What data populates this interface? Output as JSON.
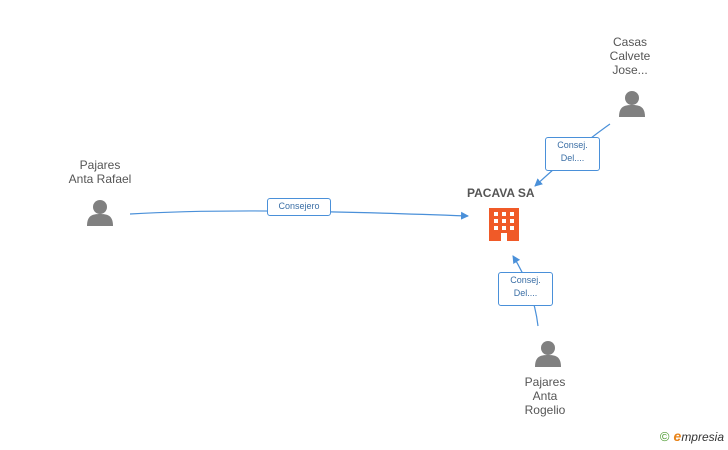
{
  "company": {
    "name": "PACAVA SA",
    "icon": "building-icon",
    "color": "#f05a28"
  },
  "people": [
    {
      "id": "casas",
      "lines": [
        "Casas",
        "Calvete",
        "Jose..."
      ],
      "icon": "person-icon"
    },
    {
      "id": "pajares-rafael",
      "lines": [
        "Pajares",
        "Anta Rafael"
      ],
      "icon": "person-icon"
    },
    {
      "id": "pajares-rogelio",
      "lines": [
        "Pajares",
        "Anta",
        "Rogelio"
      ],
      "icon": "person-icon"
    }
  ],
  "edges": [
    {
      "from": "casas",
      "lines": [
        "Consej.",
        "Del...."
      ]
    },
    {
      "from": "pajares-rafael",
      "lines": [
        "Consejero"
      ]
    },
    {
      "from": "pajares-rogelio",
      "lines": [
        "Consej.",
        "Del...."
      ]
    }
  ],
  "footer": {
    "copyright": "©",
    "brand_e": "e",
    "brand_rest": "mpresia"
  },
  "colors": {
    "edge": "#4a90d9",
    "person": "#808080"
  }
}
